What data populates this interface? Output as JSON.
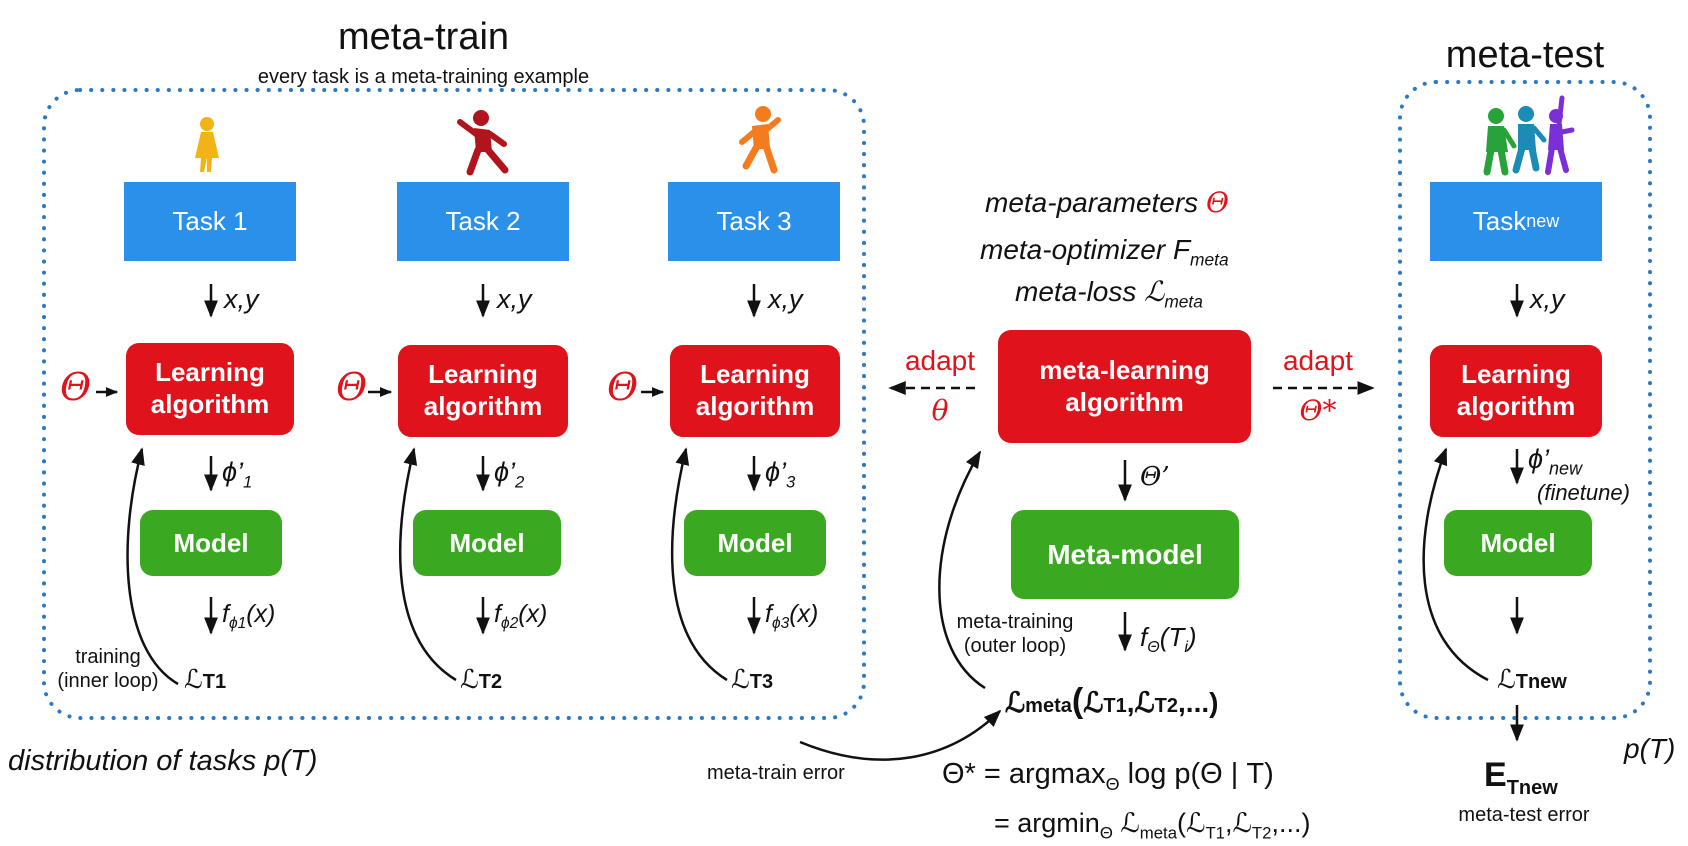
{
  "meta_train": {
    "title": "meta-train",
    "subtitle": "every task is a meta-training example",
    "distribution_label": "distribution of tasks p(T)",
    "inner_loop_label": "training\n(inner loop)",
    "tasks": [
      {
        "task": "Task 1",
        "xy": "x,y",
        "algo": "Learning\nalgorithm",
        "theta": "Θ",
        "phi": "ϕ’",
        "phi_sub": "1",
        "model": "Model",
        "f": "f",
        "f_sub": "ϕ1",
        "f_arg": "(x)",
        "loss_sub": "T1"
      },
      {
        "task": "Task 2",
        "xy": "x,y",
        "algo": "Learning\nalgorithm",
        "theta": "Θ",
        "phi": "ϕ’",
        "phi_sub": "2",
        "model": "Model",
        "f": "f",
        "f_sub": "ϕ2",
        "f_arg": "(x)",
        "loss_sub": "T2"
      },
      {
        "task": "Task 3",
        "xy": "x,y",
        "algo": "Learning\nalgorithm",
        "theta": "Θ",
        "phi": "ϕ’",
        "phi_sub": "3",
        "model": "Model",
        "f": "f",
        "f_sub": "ϕ3",
        "f_arg": "(x)",
        "loss_sub": "T3"
      }
    ]
  },
  "meta_center": {
    "meta_parameters": "meta-parameters ",
    "meta_parameters_symbol": "Θ",
    "meta_optimizer": "meta-optimizer F",
    "meta_optimizer_sub": "meta",
    "meta_loss": "meta-loss ℒ",
    "meta_loss_sub": "meta",
    "adapt_left": "adapt",
    "adapt_left_symbol": "θ",
    "adapt_right": "adapt",
    "adapt_right_symbol": "Θ*",
    "algo": "meta-learning\nalgorithm",
    "theta_prime": "Θ’",
    "meta_model": "Meta-model",
    "f": "f",
    "f_sub": "Θ",
    "f_arg": "(T",
    "f_arg_sub": "i",
    "f_close": ")",
    "outer_loop_label": "meta-training\n(outer loop)",
    "meta_loss_expr_l": "ℒ",
    "meta_loss_expr_sub": "meta",
    "meta_loss_expr_open": "(",
    "meta_loss_expr_1": "ℒ",
    "meta_loss_expr_1_sub": "T1",
    "meta_loss_expr_sep": ",",
    "meta_loss_expr_2": "ℒ",
    "meta_loss_expr_2_sub": "T2",
    "meta_loss_expr_rest": ",...)",
    "meta_train_error": "meta-train error",
    "eq1_lhs": "Θ* = argmax",
    "eq1_sub": "Θ",
    "eq1_rhs": " log p(Θ | T)",
    "eq2_lhs": "= argmin",
    "eq2_sub": "Θ",
    "eq2_rhs": " ℒ",
    "eq2_rhs_sub": "meta",
    "eq2_tail": "(ℒ",
    "eq2_t1_sub": "T1",
    "eq2_mid": ",ℒ",
    "eq2_t2_sub": "T2",
    "eq2_end": ",...)"
  },
  "meta_test": {
    "title": "meta-test",
    "task": "Task",
    "task_sub": "new",
    "xy": "x,y",
    "algo": "Learning\nalgorithm",
    "phi": "ϕ’",
    "phi_sub": "new",
    "finetune": "(finetune)",
    "model": "Model",
    "loss": "ℒ",
    "loss_sub": "Tnew",
    "error": "E",
    "error_sub": "Tnew",
    "error_label": "meta-test error",
    "p_t": "p(T)"
  },
  "colors": {
    "task_blue": "#2b90ea",
    "algo_red": "#e0121b",
    "model_green": "#3aa821",
    "dotted_border": "#2b78c4",
    "figure_yellow": "#f2b316",
    "figure_darkred": "#b0141c",
    "figure_orange": "#f47b1e",
    "figure_green": "#27a33a",
    "figure_teal": "#1c8bb5",
    "figure_purple": "#7b2fd6"
  }
}
